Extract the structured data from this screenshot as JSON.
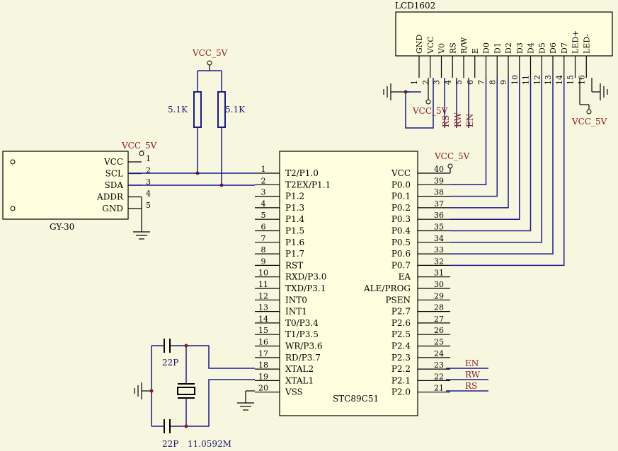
{
  "lcd": {
    "title": "LCD1602",
    "pins": [
      {
        "label": "GND",
        "num": "1"
      },
      {
        "label": "VCC",
        "num": "2"
      },
      {
        "label": "V0",
        "num": "3"
      },
      {
        "label": "RS",
        "num": "4"
      },
      {
        "label": "R/W",
        "num": "5"
      },
      {
        "label": "E",
        "num": "6"
      },
      {
        "label": "D0",
        "num": "7"
      },
      {
        "label": "D1",
        "num": "8"
      },
      {
        "label": "D2",
        "num": "9"
      },
      {
        "label": "D3",
        "num": "10"
      },
      {
        "label": "D4",
        "num": "11"
      },
      {
        "label": "D5",
        "num": "12"
      },
      {
        "label": "D6",
        "num": "13"
      },
      {
        "label": "D7",
        "num": "14"
      },
      {
        "label": "LED+",
        "num": "15"
      },
      {
        "label": "LED-",
        "num": "16"
      }
    ],
    "net_rs": "RS",
    "net_rw": "RW",
    "net_en": "EN",
    "vcc_left": "VCC_5V",
    "vcc_right": "VCC_5V"
  },
  "pullups": {
    "vcc": "VCC_5V",
    "r1": "5.1K",
    "r2": "5.1K"
  },
  "gy30": {
    "name": "GY-30",
    "vcc": "VCC_5V",
    "pins": [
      {
        "label": "VCC",
        "num": "1"
      },
      {
        "label": "SCL",
        "num": "2"
      },
      {
        "label": "SDA",
        "num": "3"
      },
      {
        "label": "ADDR",
        "num": "4"
      },
      {
        "label": "GND",
        "num": "5"
      }
    ]
  },
  "mcu": {
    "name": "STC89C51",
    "vcc": "VCC_5V",
    "left": [
      {
        "num": "1",
        "label": "T2/P1.0"
      },
      {
        "num": "2",
        "label": "T2EX/P1.1"
      },
      {
        "num": "3",
        "label": "P1.2"
      },
      {
        "num": "4",
        "label": "P1.3"
      },
      {
        "num": "5",
        "label": "P1.4"
      },
      {
        "num": "6",
        "label": "P1.5"
      },
      {
        "num": "7",
        "label": "P1.6"
      },
      {
        "num": "8",
        "label": "P1.7"
      },
      {
        "num": "9",
        "label": "RST"
      },
      {
        "num": "10",
        "label": "RXD/P3.0"
      },
      {
        "num": "11",
        "label": "TXD/P3.1"
      },
      {
        "num": "12",
        "label": "INT0"
      },
      {
        "num": "13",
        "label": "INT1"
      },
      {
        "num": "14",
        "label": "T0/P3.4"
      },
      {
        "num": "15",
        "label": "T1/P3.5"
      },
      {
        "num": "16",
        "label": "WR/P3.6"
      },
      {
        "num": "17",
        "label": "RD/P3.7"
      },
      {
        "num": "18",
        "label": "XTAL2"
      },
      {
        "num": "19",
        "label": "XTAL1"
      },
      {
        "num": "20",
        "label": "VSS"
      }
    ],
    "right": [
      {
        "num": "40",
        "label": "VCC"
      },
      {
        "num": "39",
        "label": "P0.0"
      },
      {
        "num": "38",
        "label": "P0.1"
      },
      {
        "num": "37",
        "label": "P0.2"
      },
      {
        "num": "36",
        "label": "P0.3"
      },
      {
        "num": "35",
        "label": "P0.4"
      },
      {
        "num": "34",
        "label": "P0.5"
      },
      {
        "num": "33",
        "label": "P0.6"
      },
      {
        "num": "32",
        "label": "P0.7"
      },
      {
        "num": "31",
        "label": "EA"
      },
      {
        "num": "30",
        "label": "ALE/PROG"
      },
      {
        "num": "29",
        "label": "PSEN"
      },
      {
        "num": "28",
        "label": "P2.7"
      },
      {
        "num": "27",
        "label": "P2.6"
      },
      {
        "num": "26",
        "label": "P2.5"
      },
      {
        "num": "25",
        "label": "P2.4"
      },
      {
        "num": "24",
        "label": "P2.3"
      },
      {
        "num": "23",
        "label": "P2.2"
      },
      {
        "num": "22",
        "label": "P2.1"
      },
      {
        "num": "21",
        "label": "P2.0"
      }
    ],
    "net_en": "EN",
    "net_rw": "RW",
    "net_rs": "RS"
  },
  "crystal": {
    "c1": "22P",
    "c2": "22P",
    "freq": "11.0592M"
  }
}
